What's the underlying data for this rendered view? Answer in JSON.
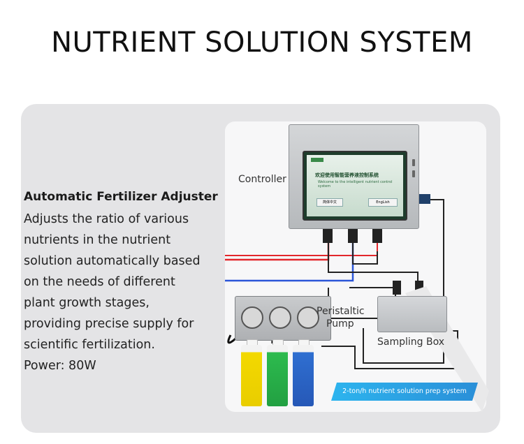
{
  "title": "NUTRIENT SOLUTION SYSTEM",
  "feature": {
    "heading": "Automatic Fertilizer Adjuster",
    "description_lines": [
      "Adjusts the ratio of various",
      "nutrients in the nutrient",
      "solution automatically based",
      "on the needs of different",
      "plant growth stages,",
      "providing precise supply for",
      "scientific fertilization."
    ],
    "power": "Power: 80W"
  },
  "diagram": {
    "controller_label": "Controller",
    "peristaltic_label_line1": "Peristaltic",
    "peristaltic_label_line2": "Pump",
    "sampling_label": "Sampling Box",
    "banner_text": "2-ton/h nutrient solution prep system",
    "screen_title": "欢迎使用智能营养液控制系统",
    "screen_subtitle": "Welcome to the intelligent nutrient control system",
    "screen_btn_cn": "简体中文",
    "screen_btn_en": "EngLish"
  },
  "colors": {
    "card_bg": "#e4e4e6",
    "banner": "#2da4e6",
    "wire_red": "#e2262b",
    "wire_blue": "#2a55d8",
    "wire_black": "#222222"
  }
}
